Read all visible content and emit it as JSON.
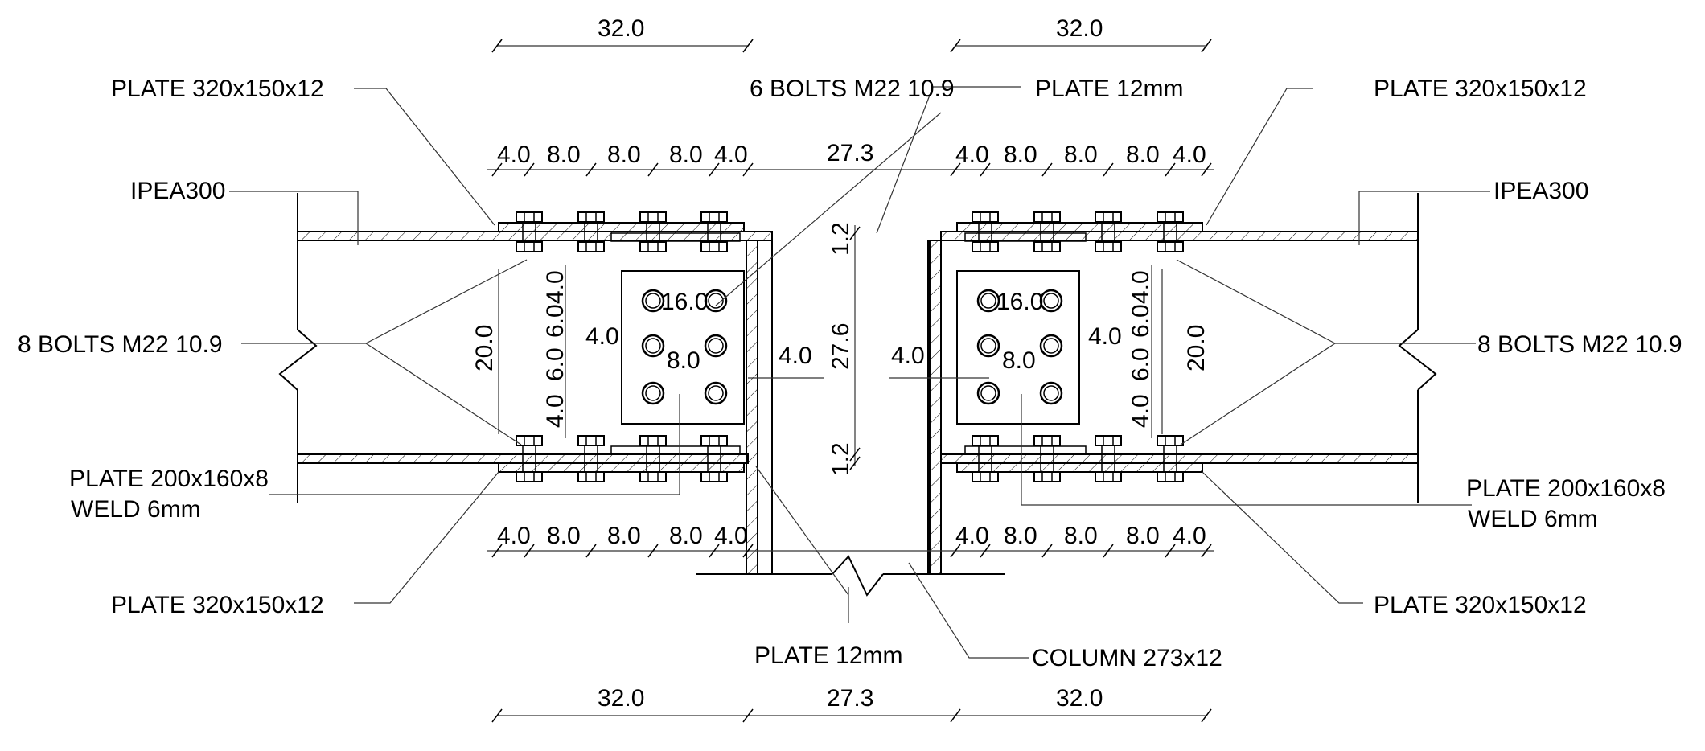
{
  "labels": {
    "plate_top_left": "PLATE 320x150x12",
    "plate_top_right": "PLATE 320x150x12",
    "plate_bottom_left": "PLATE 320x150x12",
    "plate_bottom_right": "PLATE 320x150x12",
    "bolts_web": "6 BOLTS M22 10.9",
    "plate_12_top": "PLATE 12mm",
    "plate_12_bottom": "PLATE 12mm",
    "beam_left": "IPEA300",
    "beam_right": "IPEA300",
    "bolts_left": "8 BOLTS M22 10.9",
    "bolts_right": "8 BOLTS M22 10.9",
    "plate_200_left_1": "PLATE 200x160x8",
    "plate_200_left_2": "WELD 6mm",
    "plate_200_right_1": "PLATE 200x160x8",
    "plate_200_right_2": "WELD 6mm",
    "column": "COLUMN 273x12"
  },
  "dimensions": {
    "top_left_total": "32.0",
    "top_right_total": "32.0",
    "bottom_left_total": "32.0",
    "bottom_mid_total": "27.3",
    "bottom_right_total": "32.0",
    "column_width": "27.3",
    "column_height": "27.6",
    "flange_top": "1.2",
    "flange_bottom": "1.2",
    "bolt_row": [
      "4.0",
      "8.0",
      "8.0",
      "8.0",
      "4.0"
    ],
    "web_plate_h_gap": "16.0",
    "web_plate_v_gap": "8.0",
    "web_plate_edge": "4.0",
    "web_plate_to_column": "4.0",
    "stiffener_vertical": [
      "4.0",
      "6.0",
      "6.0",
      "4.0"
    ],
    "beam_depth": "20.0"
  }
}
